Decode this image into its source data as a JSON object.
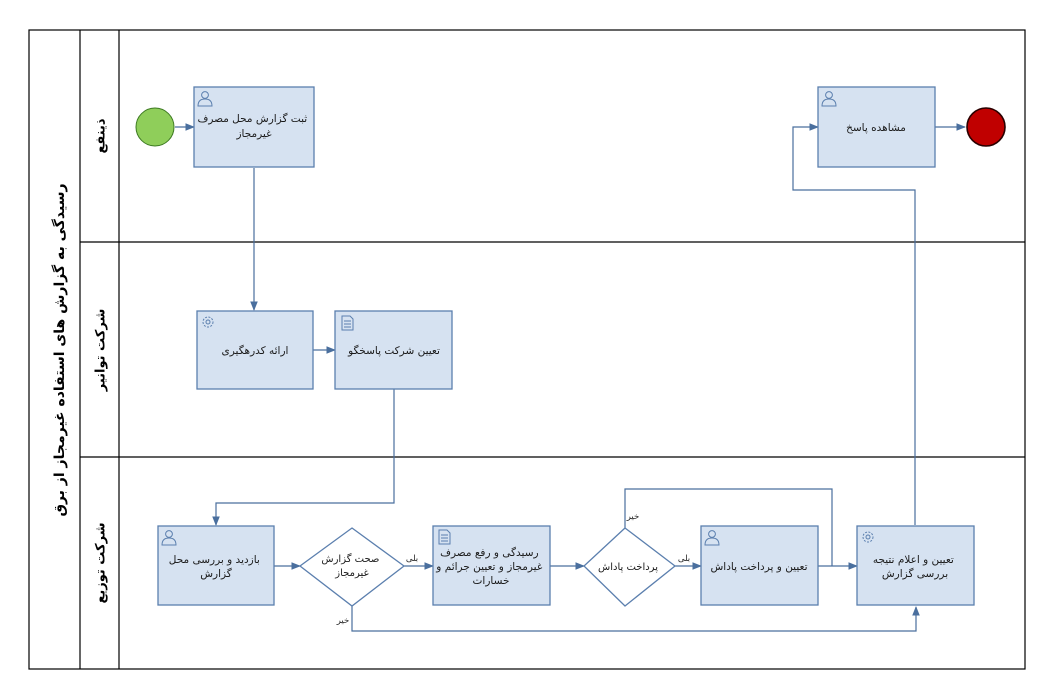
{
  "pool": {
    "title": "رسیدگی به گزارش های استفاده غیرمجاز از برق"
  },
  "lanes": {
    "beneficiary": "ذینفع",
    "tavanir": "شرکت توانیر",
    "distribution": "شرکت توزیع"
  },
  "tasks": {
    "register_report": [
      "ثبت گزارش محل مصرف",
      "غیرمجاز"
    ],
    "view_response": [
      "مشاهده پاسخ"
    ],
    "provide_tracking": [
      "ارائه کدرهگیری"
    ],
    "assign_company": [
      "تعیین شرکت پاسخگو"
    ],
    "visit_location": [
      "بازدید و بررسی محل",
      "گزارش"
    ],
    "handle_illegal": [
      "رسیدگی و رفع مصرف",
      "غیرمجاز و تعیین جرائم و",
      "خسارات"
    ],
    "determine_reward": [
      "تعیین و پرداخت پاداش"
    ],
    "announce_result": [
      "تعیین و اعلام نتیجه",
      "بررسی گزارش"
    ]
  },
  "gateways": {
    "report_valid": [
      "صحت گزارش",
      "غیرمجاز"
    ],
    "pay_reward": [
      "پرداخت پاداش"
    ]
  },
  "flow_labels": {
    "valid_yes": "بلی",
    "valid_no": "خیر",
    "reward_yes": "بلی",
    "reward_no": "خیر"
  },
  "colors": {
    "task_fill": "#d6e2f1",
    "task_stroke": "#5b7fae",
    "start_event": "#8fce5a",
    "end_event": "#c00000",
    "flow_line": "#4a6f9e"
  },
  "icons": {
    "user_task": "user-icon",
    "service_task": "gear-icon",
    "script_task": "document-icon"
  }
}
